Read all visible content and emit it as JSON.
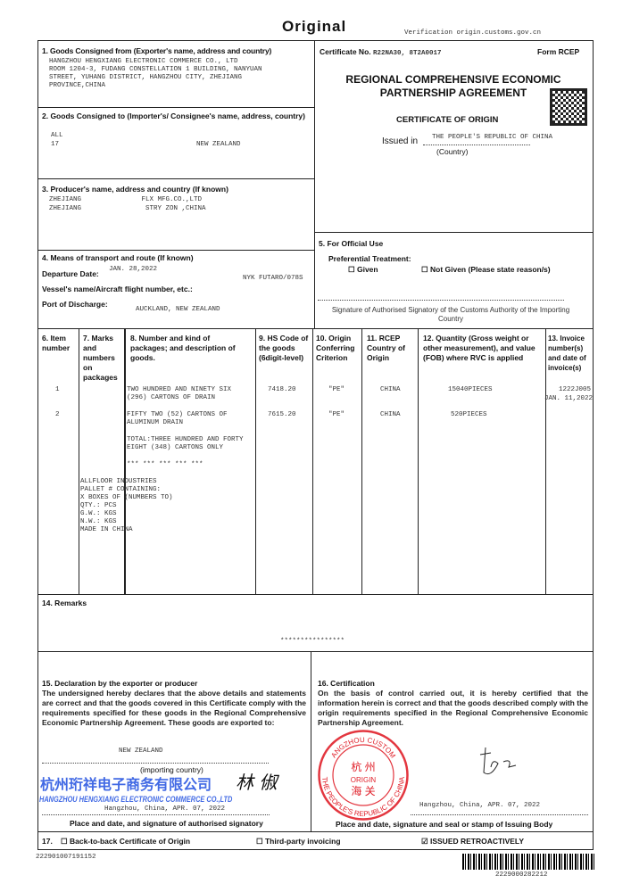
{
  "header": {
    "title": "Original",
    "verify_url": "Verification origin.customs.gov.cn"
  },
  "box1": {
    "label": "1. Goods Consigned from (Exporter's name, address and country)",
    "lines": [
      "HANGZHOU HENGXIANG ELECTRONIC COMMERCE CO., LTD",
      "ROOM 1204-3, FUDANG CONSTELLATION 1 BUILDING, NANYUAN",
      "STREET, YUHANG DISTRICT, HANGZHOU CITY, ZHEJIANG",
      "PROVINCE,CHINA"
    ]
  },
  "box2": {
    "label": "2. Goods Consigned to (Importer's/ Consignee's name, address, country)",
    "line1": "ALL",
    "line2": "17",
    "country": "NEW ZEALAND"
  },
  "box3": {
    "label": "3. Producer's name, address and country (If known)",
    "lines": [
      "ZHEJIANG               FLX MFG.CO.,LTD",
      "ZHEJIANG                STRY ZON ,CHINA"
    ]
  },
  "box4": {
    "label": "4. Means of transport and route (If known)",
    "departure_label": "Departure Date:",
    "departure": "JAN. 28,2022",
    "vessel_label": "Vessel's name/Aircraft flight number, etc.:",
    "vessel": "NYK FUTARO/078S",
    "port_label": "Port of Discharge:",
    "port": "AUCKLAND, NEW ZEALAND"
  },
  "cert": {
    "number_label": "Certificate No.",
    "number": "R22NA30, 8T2A0017",
    "form": "Form RCEP",
    "title1": "REGIONAL COMPREHENSIVE ECONOMIC",
    "title2": "PARTNERSHIP AGREEMENT",
    "subtitle": "CERTIFICATE OF ORIGIN",
    "issued_label": "Issued in",
    "issued": "THE PEOPLE'S REPUBLIC OF CHINA",
    "country_caption": "(Country)"
  },
  "box5": {
    "label": "5. For Official Use",
    "pref": "Preferential Treatment:",
    "given": "Given",
    "not_given": "Not Given (Please state reason/s)",
    "sig": "Signature of Authorised Signatory of the Customs Authority of the Importing Country"
  },
  "table": {
    "headers": [
      "6. Item number",
      "7. Marks and numbers on packages",
      "8. Number and kind of packages; and description of goods.",
      "9. HS Code of the goods (6digit-level)",
      "10. Origin Conferring Criterion",
      "11. RCEP Country of Origin",
      "12. Quantity (Gross weight or other measurement), and value (FOB) where RVC is applied",
      "13. Invoice number(s) and date of invoice(s)"
    ],
    "rows": [
      {
        "item": "1",
        "desc": "TWO HUNDRED AND NINETY SIX (296) CARTONS OF DRAIN",
        "hs": "7418.20",
        "crit": "\"PE\"",
        "country": "CHINA",
        "qty": "15040PIECES",
        "inv": "1222J005",
        "inv_date": "JAN. 11,2022"
      },
      {
        "item": "2",
        "desc": "FIFTY TWO (52) CARTONS OF ALUMINUM DRAIN",
        "hs": "7615.20",
        "crit": "\"PE\"",
        "country": "CHINA",
        "qty": "520PIECES",
        "inv": "",
        "inv_date": ""
      }
    ],
    "total": "TOTAL:THREE HUNDRED AND FORTY EIGHT (348) CARTONS ONLY",
    "stars": "*** *** *** *** ***",
    "marks": "ALLFLOOR INDUSTRIES\nPALLET # CONTAINING:\nX BOXES OF (NUMBERS TO)\nQTY.: PCS\nG.W.: KGS\nN.W.: KGS\nMADE IN CHINA"
  },
  "box14": {
    "label": "14. Remarks",
    "stars": "****************"
  },
  "box15": {
    "label": "15. Declaration by the exporter or producer",
    "text": "The undersigned hereby declares that the above details and statements are correct and that the goods covered in this Certificate comply with the requirements specified for these goods in the Regional Comprehensive Economic Partnership Agreement. These goods are exported to:",
    "country": "NEW ZEALAND",
    "country_caption": "(importing country)",
    "company_cn": "杭州珩祥电子商务有限公司",
    "company_en": "HANGZHOU HENGXIANG ELECTRONIC COMMERCE CO.,LTD",
    "sign_cn": "林 俶",
    "place_date": "Hangzhou, China, APR. 07, 2022",
    "caption": "Place and date, and signature of authorised signatory"
  },
  "box16": {
    "label": "16. Certification",
    "text": "On the basis of control carried out, it is hereby certified that the information herein is correct and that the goods described comply with the origin requirements specified in the Regional Comprehensive Economic Partnership Agreement.",
    "seal_top": "HANGZHOU CUSTOMS",
    "seal_cn1": "杭 州",
    "seal_mid": "ORIGIN",
    "seal_cn2": "海 关",
    "seal_bottom": "THE PEOPLE'S REPUBLIC OF CHINA",
    "place_date": "Hangzhou, China, APR. 07, 2022",
    "caption": "Place and date, signature and seal or stamp of Issuing Body"
  },
  "box17": {
    "label": "17.",
    "back": "Back-to-back Certificate of Origin",
    "third": "Third-party invoicing",
    "retro": "ISSUED RETROACTIVELY"
  },
  "footer": {
    "left_code": "222901007191152",
    "barcode": "2229000282212"
  },
  "colors": {
    "seal": "#e0202a",
    "stamp": "#2050e0"
  }
}
